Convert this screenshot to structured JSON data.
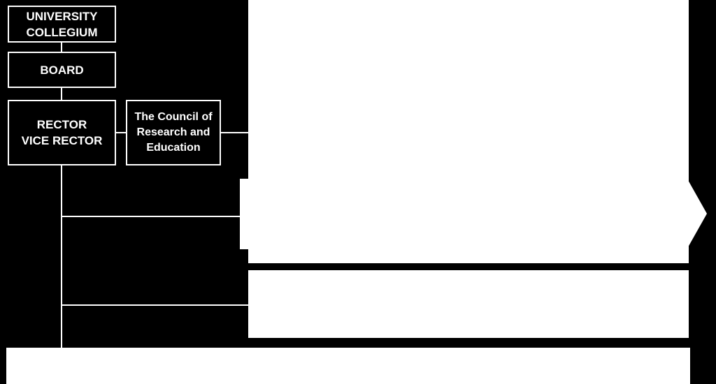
{
  "org_chart": {
    "collegium": {
      "label": "UNIVERSITY\nCOLLEGIUM"
    },
    "board": {
      "label": "BOARD"
    },
    "rector": {
      "label": "RECTOR\nVICE RECTOR"
    },
    "council": {
      "label": "The Council of\nResearch and\nEducation"
    }
  },
  "colors": {
    "background": "#000000",
    "foreground": "#ffffff"
  }
}
